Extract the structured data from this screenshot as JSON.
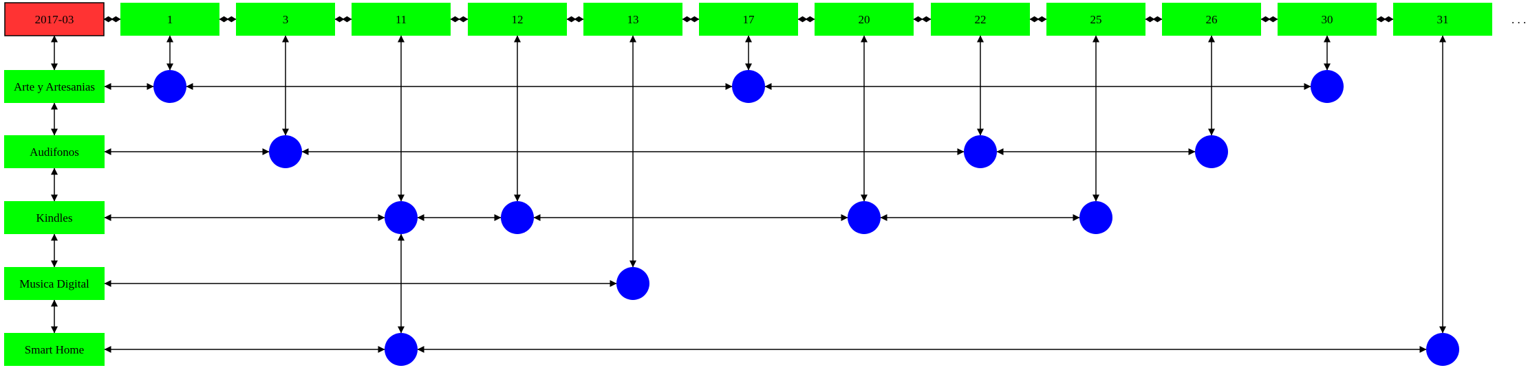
{
  "month": "2017-03",
  "days": [
    "1",
    "3",
    "11",
    "12",
    "13",
    "17",
    "20",
    "22",
    "25",
    "26",
    "30",
    "31"
  ],
  "categories": [
    "Arte y Artesanias",
    "Audifonos",
    "Kindles",
    "Musica Digital",
    "Smart Home"
  ],
  "events": [
    {
      "day": "1",
      "category": "Arte y Artesanias"
    },
    {
      "day": "17",
      "category": "Arte y Artesanias"
    },
    {
      "day": "30",
      "category": "Arte y Artesanias"
    },
    {
      "day": "3",
      "category": "Audifonos"
    },
    {
      "day": "22",
      "category": "Audifonos"
    },
    {
      "day": "26",
      "category": "Audifonos"
    },
    {
      "day": "11",
      "category": "Kindles"
    },
    {
      "day": "12",
      "category": "Kindles"
    },
    {
      "day": "20",
      "category": "Kindles"
    },
    {
      "day": "25",
      "category": "Kindles"
    },
    {
      "day": "13",
      "category": "Musica Digital"
    },
    {
      "day": "11",
      "category": "Smart Home"
    },
    {
      "day": "31",
      "category": "Smart Home"
    }
  ],
  "ellipsis": ". . .",
  "colors": {
    "month_fill": "#ff3333",
    "node_fill": "#00ff00",
    "event_fill": "#0000ff",
    "edge": "#000000"
  }
}
